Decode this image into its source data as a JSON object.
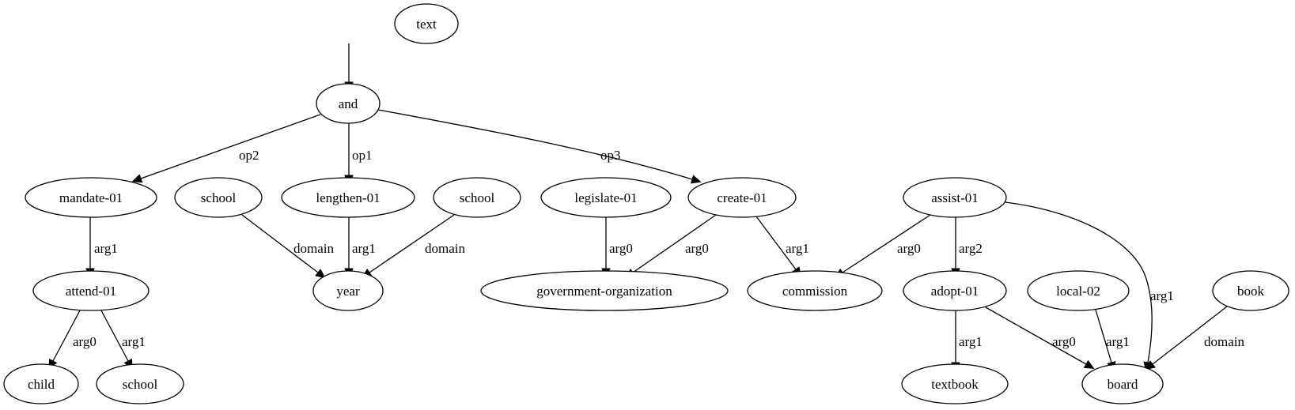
{
  "graph": {
    "nodes": {
      "text": "text",
      "and": "and",
      "mandate": "mandate-01",
      "school1": "school",
      "lengthen": "lengthen-01",
      "school2": "school",
      "legislate": "legislate-01",
      "create": "create-01",
      "assist": "assist-01",
      "attend": "attend-01",
      "year": "year",
      "govorg": "government-organization",
      "commission": "commission",
      "adopt": "adopt-01",
      "local": "local-02",
      "book": "book",
      "child": "child",
      "school3": "school",
      "textbook": "textbook",
      "board": "board"
    },
    "edges": [
      {
        "from": "root",
        "to": "and",
        "label": ""
      },
      {
        "from": "and",
        "to": "mandate",
        "label": "op2"
      },
      {
        "from": "and",
        "to": "lengthen",
        "label": "op1"
      },
      {
        "from": "and",
        "to": "create",
        "label": "op3"
      },
      {
        "from": "mandate",
        "to": "attend",
        "label": "arg1"
      },
      {
        "from": "school1",
        "to": "year",
        "label": "domain"
      },
      {
        "from": "lengthen",
        "to": "year",
        "label": "arg1"
      },
      {
        "from": "school2",
        "to": "year",
        "label": "domain"
      },
      {
        "from": "legislate",
        "to": "govorg",
        "label": "arg0"
      },
      {
        "from": "create",
        "to": "govorg",
        "label": "arg0"
      },
      {
        "from": "create",
        "to": "commission",
        "label": "arg1"
      },
      {
        "from": "assist",
        "to": "commission",
        "label": "arg0"
      },
      {
        "from": "assist",
        "to": "adopt",
        "label": "arg2"
      },
      {
        "from": "assist",
        "to": "board",
        "label": "arg1"
      },
      {
        "from": "attend",
        "to": "child",
        "label": "arg0"
      },
      {
        "from": "attend",
        "to": "school3",
        "label": "arg1"
      },
      {
        "from": "adopt",
        "to": "textbook",
        "label": "arg1"
      },
      {
        "from": "adopt",
        "to": "board",
        "label": "arg0"
      },
      {
        "from": "local",
        "to": "board",
        "label": "arg1"
      },
      {
        "from": "book",
        "to": "board",
        "label": "domain"
      }
    ]
  }
}
